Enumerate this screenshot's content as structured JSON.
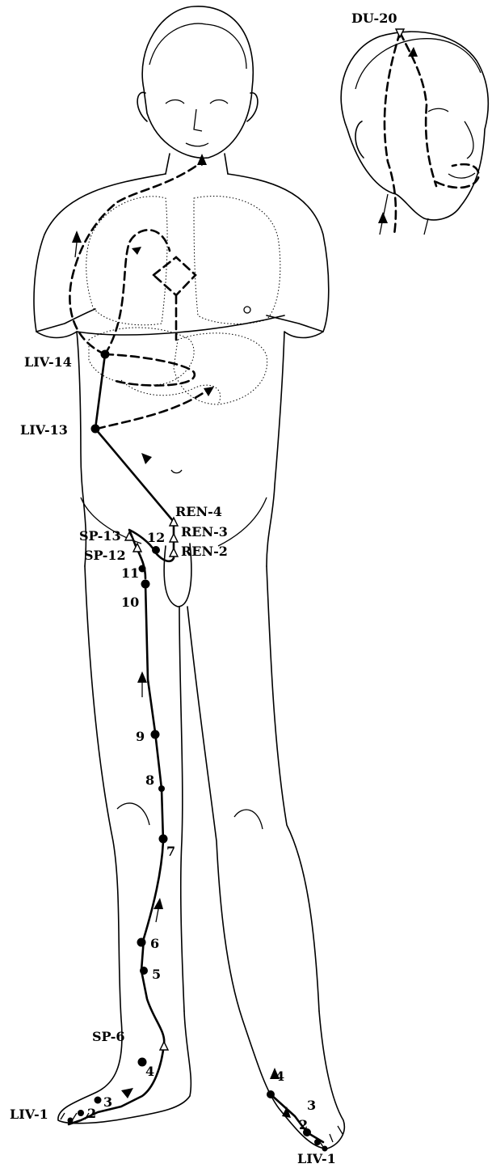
{
  "labels": {
    "du20": "DU-20",
    "liv14": "LIV-14",
    "liv13": "LIV-13",
    "ren4": "REN-4",
    "ren3": "REN-3",
    "ren2": "REN-2",
    "sp13": "SP-13",
    "sp12": "SP-12",
    "n12": "12",
    "n11": "11",
    "n10": "10",
    "n9": "9",
    "n8": "8",
    "n7": "7",
    "n6": "6",
    "n5": "5",
    "sp6": "SP-6",
    "n4_left": "4",
    "n3_left": "3",
    "n2_left": "2",
    "liv1_left": "LIV-1",
    "n4_right": "4",
    "n3_right": "3",
    "n2_right": "2",
    "liv1_right": "LIV-1"
  }
}
